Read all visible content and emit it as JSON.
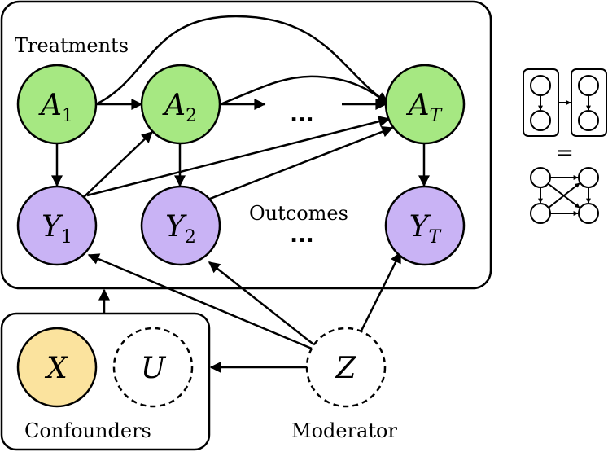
{
  "groups": {
    "treatments": "Treatments",
    "outcomes": "Outcomes",
    "confounders": "Confounders",
    "moderator": "Moderator"
  },
  "nodes": {
    "a1": {
      "letter": "A",
      "sub": "1"
    },
    "a2": {
      "letter": "A",
      "sub": "2"
    },
    "at": {
      "letter": "A",
      "sub": "T"
    },
    "y1": {
      "letter": "Y",
      "sub": "1"
    },
    "y2": {
      "letter": "Y",
      "sub": "2"
    },
    "yt": {
      "letter": "Y",
      "sub": "T"
    },
    "x": {
      "letter": "X"
    },
    "u": {
      "letter": "U"
    },
    "z": {
      "letter": "Z"
    }
  },
  "ellipsis": {
    "treatments": "...",
    "outcomes": "..."
  },
  "side_schematic": {
    "equals": "="
  },
  "colors": {
    "treatment_fill": "#a6e882",
    "outcome_fill": "#c9b3f5",
    "confounder_fill": "#fbe39e",
    "stroke": "#000000"
  }
}
